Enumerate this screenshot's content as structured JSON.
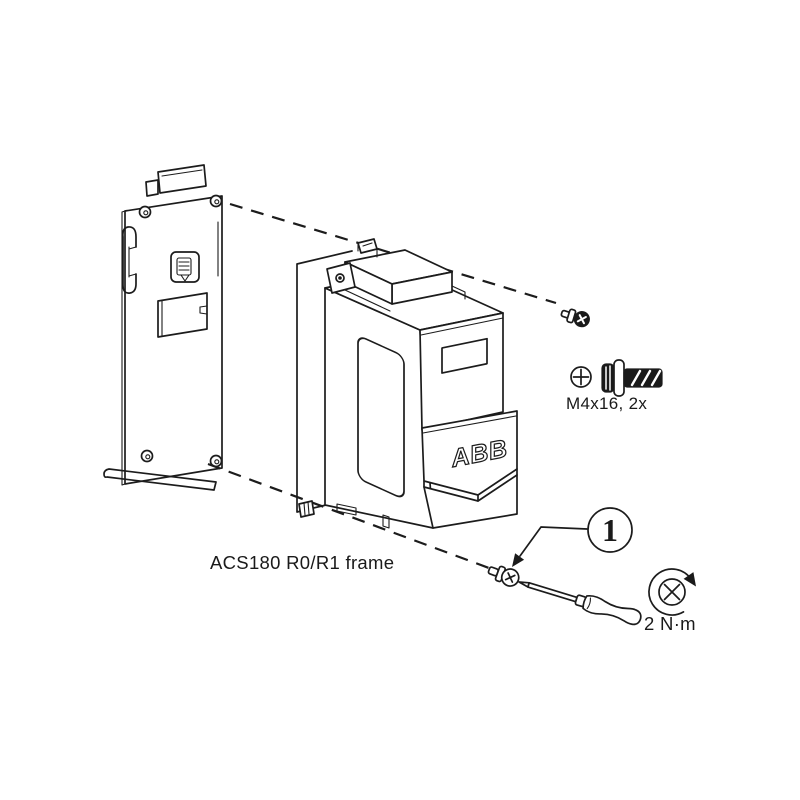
{
  "diagram": {
    "frame_label": "ACS180 R0/R1 frame",
    "screw_spec_label": "M4x16, 2x",
    "torque_label": "2 N·m",
    "callout_number": "1",
    "brand_logo_text": "ABB",
    "colors": {
      "line": "#1c1c1c",
      "background": "#ffffff",
      "fill_dark": "#1a1a1a"
    },
    "icons": {
      "phillips_screw_front_icon": "circle with phillips cross",
      "m4_screw_side_icon": "pan-head screw with washer and hatched threaded shaft",
      "torque_icon": "clockwise arrow around phillips screw head",
      "screw_icon": "small pan-head screw",
      "screwdriver_icon": "phillips screwdriver",
      "callout_arrow_icon": "leader arrow to screw",
      "guide_line_icon": "dashed alignment line"
    }
  }
}
